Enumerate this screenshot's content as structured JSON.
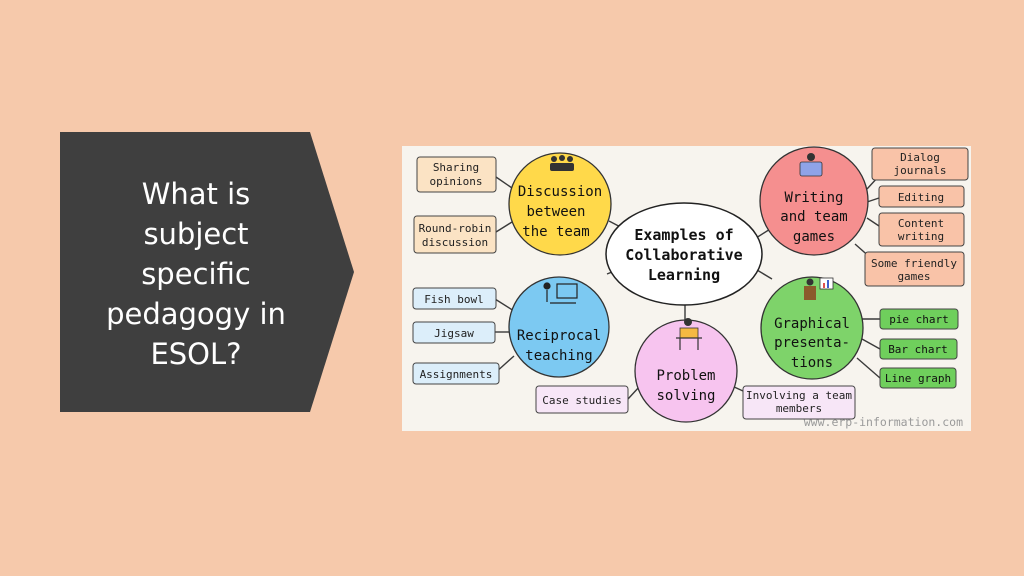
{
  "slide": {
    "title_lines": [
      "What is",
      "subject",
      "specific",
      "pedagogy in",
      "ESOL?"
    ]
  },
  "colors": {
    "background": "#f6c9ab",
    "title_box": "#3f3f3f",
    "yellow": "#ffd94a",
    "blue": "#7cc9f2",
    "pink": "#f7c4ef",
    "red": "#f58f8f",
    "green": "#7ed36a"
  },
  "diagram": {
    "center": [
      "Examples of",
      "Collaborative",
      "Learning"
    ],
    "discussion": {
      "label": [
        "Discussion",
        "between",
        "the team"
      ],
      "icon": "team-meeting-icon",
      "items": [
        [
          "Sharing",
          "opinions"
        ],
        [
          "Round-robin",
          "discussion"
        ]
      ]
    },
    "writing": {
      "label": [
        "Writing",
        "and team",
        "games"
      ],
      "icon": "writing-desk-icon",
      "items": [
        [
          "Dialog",
          "journals"
        ],
        [
          "Editing"
        ],
        [
          "Content",
          "writing"
        ],
        [
          "Some friendly",
          "games"
        ]
      ]
    },
    "reciprocal": {
      "label": [
        "Reciprocal",
        "teaching"
      ],
      "icon": "classroom-teaching-icon",
      "items": [
        [
          "Fish bowl"
        ],
        [
          "Jigsaw"
        ],
        [
          "Assignments"
        ]
      ]
    },
    "problem": {
      "label": [
        "Problem",
        "solving"
      ],
      "icon": "person-thinking-icon",
      "items": [
        [
          "Case studies"
        ],
        [
          "Involving a team",
          "members"
        ]
      ]
    },
    "graphical": {
      "label": [
        "Graphical",
        "presenta-",
        "tions"
      ],
      "icon": "presenter-chart-icon",
      "items": [
        [
          "pie chart"
        ],
        [
          "Bar chart"
        ],
        [
          "Line graph"
        ]
      ]
    },
    "watermark": "www.erp-information.com"
  }
}
